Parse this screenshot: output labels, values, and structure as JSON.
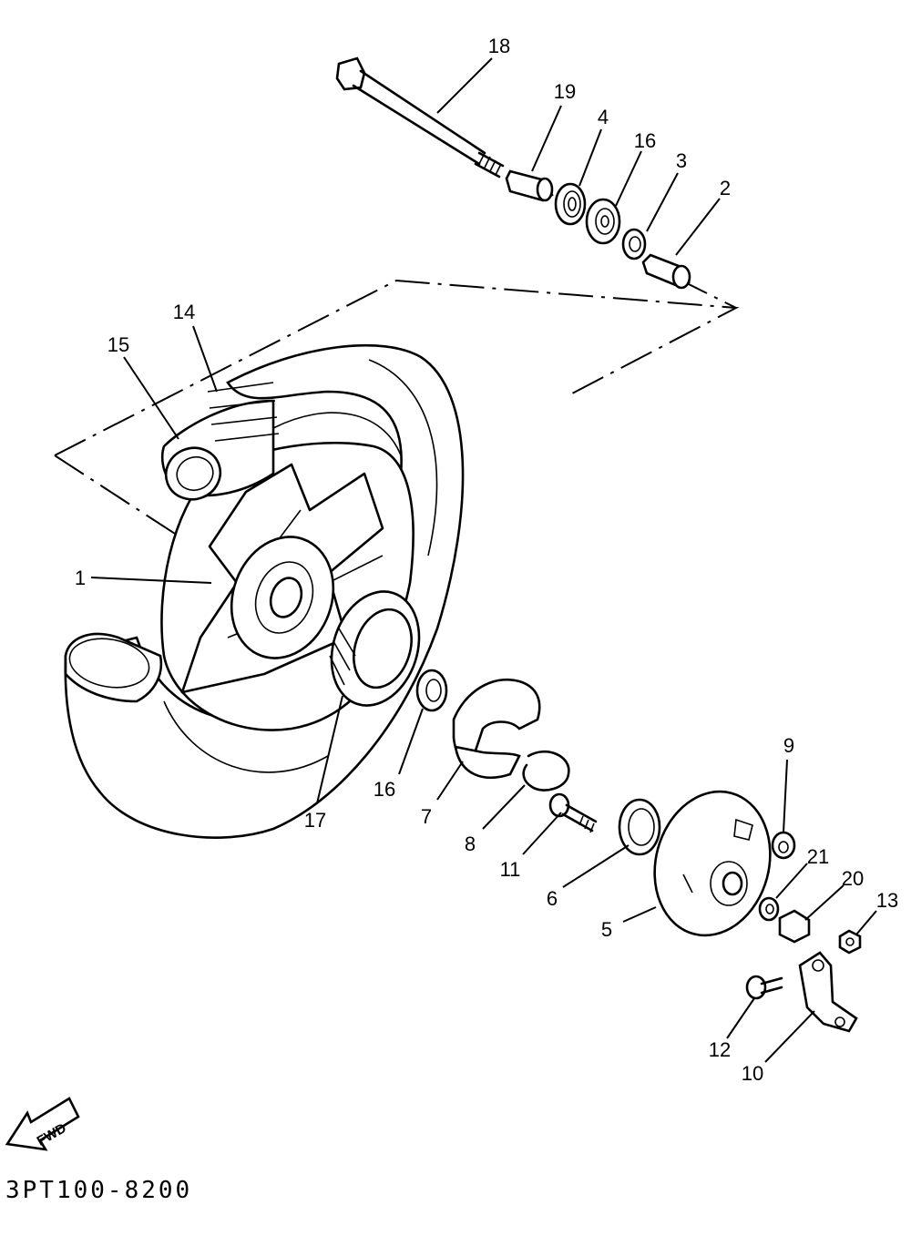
{
  "diagram_code": "3PT100-8200",
  "fwd_label": "FWD",
  "callouts": [
    {
      "id": "c1",
      "label": "1"
    },
    {
      "id": "c2",
      "label": "2"
    },
    {
      "id": "c3",
      "label": "3"
    },
    {
      "id": "c4",
      "label": "4"
    },
    {
      "id": "c5",
      "label": "5"
    },
    {
      "id": "c6",
      "label": "6"
    },
    {
      "id": "c7",
      "label": "7"
    },
    {
      "id": "c8",
      "label": "8"
    },
    {
      "id": "c9",
      "label": "9"
    },
    {
      "id": "c10",
      "label": "10"
    },
    {
      "id": "c11",
      "label": "11"
    },
    {
      "id": "c12",
      "label": "12"
    },
    {
      "id": "c13",
      "label": "13"
    },
    {
      "id": "c14",
      "label": "14"
    },
    {
      "id": "c15",
      "label": "15"
    },
    {
      "id": "c16a",
      "label": "16"
    },
    {
      "id": "c16b",
      "label": "16"
    },
    {
      "id": "c17",
      "label": "17"
    },
    {
      "id": "c18",
      "label": "18"
    },
    {
      "id": "c19",
      "label": "19"
    },
    {
      "id": "c20",
      "label": "20"
    },
    {
      "id": "c21",
      "label": "21"
    }
  ]
}
